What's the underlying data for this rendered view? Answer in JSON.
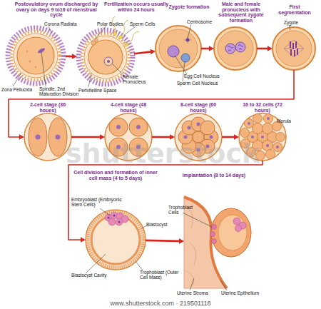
{
  "diagram": {
    "nodes": [
      {
        "text": [
          "Postovulatory ovum discharged by ovary on days 9 to16 of menstrual cycle"
        ]
      },
      {
        "text": [
          "Fertilization occurs usually within 24 hours"
        ]
      },
      {
        "text": [
          "Zygote formation"
        ]
      },
      {
        "text": [
          "Male and female pronucleus with subsequent zygote formation"
        ]
      },
      {
        "text": [
          "First segmentation"
        ]
      },
      {
        "text": [
          "2-cell stage (36 houes)"
        ]
      },
      {
        "text": [
          "4-cell stage (48 houes)"
        ]
      },
      {
        "text": [
          "8-cell stage (60 houes)"
        ]
      },
      {
        "text": [
          "16 to 32 cells (72 hours)"
        ]
      },
      {
        "text": [
          "Cell division and formation of inner cell mass (4 to 5 days)"
        ]
      },
      {
        "text": [
          "Implantation (8 to 14 days)"
        ]
      }
    ],
    "edges": [
      {
        "from": 0,
        "to": 1,
        "arrow": "to"
      },
      {
        "from": 1,
        "to": 2,
        "arrow": "to"
      },
      {
        "from": 2,
        "to": 3,
        "arrow": "to"
      },
      {
        "from": 3,
        "to": 4,
        "arrow": "to"
      },
      {
        "from": 4,
        "to": 5,
        "arrow": "to"
      },
      {
        "from": 5,
        "to": 6,
        "arrow": "to"
      },
      {
        "from": 6,
        "to": 7,
        "arrow": "to"
      },
      {
        "from": 7,
        "to": 8,
        "arrow": "to"
      },
      {
        "from": 8,
        "to": 9,
        "arrow": "to"
      },
      {
        "from": 9,
        "to": 10,
        "arrow": "to"
      }
    ],
    "labels": [
      "Corona Radiata",
      "Zona Pellucida",
      "Spindle, 2nd Maturation Division",
      "Polar Bodies",
      "Sperm Cells",
      "Female Pronucleus",
      "Perivitelline Space",
      "Centrosome",
      "Egg Cell Nucleus",
      "Sperm Cell Nucleus",
      "Zygote",
      "Morula",
      "Embryoblast (Embryonic Stem Cells)",
      "Blastocyst",
      "Blastocyst Cavity",
      "Trophoblast (Outer Cell Mass)",
      "Trophoblast Cells",
      "Uterine Stroma",
      "Uterine Epithelium",
      "shutterstock",
      "www.shutterstock.com · 219501118"
    ]
  }
}
